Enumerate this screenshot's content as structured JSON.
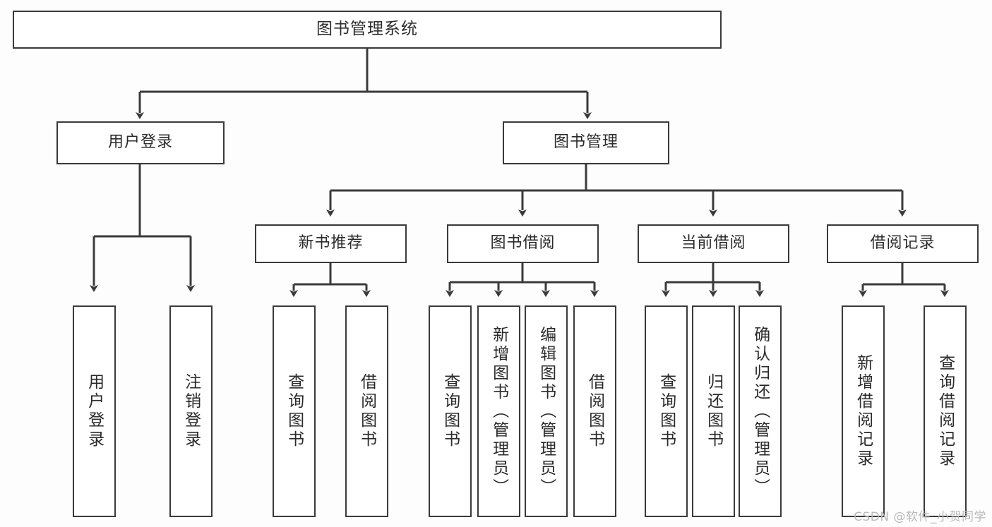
{
  "diagram": {
    "title": "图书管理系统",
    "watermark": "CSDN @软件_小贺同学",
    "line_color": "#3a3a3a",
    "box_fill": "#ffffff",
    "background": "#fdfdfd",
    "text_color": "#2b2b2b"
  },
  "nodes": {
    "root": {
      "label": "图书管理系统"
    },
    "level2": [
      {
        "label": "用户登录"
      },
      {
        "label": "图书管理"
      }
    ],
    "level3": [
      {
        "label": "新书推荐"
      },
      {
        "label": "图书借阅"
      },
      {
        "label": "当前借阅"
      },
      {
        "label": "借阅记录"
      }
    ],
    "leaves": {
      "user_login": [
        {
          "label": "用户登录"
        },
        {
          "label": "注销登录"
        }
      ],
      "new_book_recommend": [
        {
          "label": "查询图书"
        },
        {
          "label": "借阅图书"
        }
      ],
      "book_borrow": [
        {
          "label": "查询图书"
        },
        {
          "label": "新增图书（管理员）"
        },
        {
          "label": "编辑图书（管理员）"
        },
        {
          "label": "借阅图书"
        }
      ],
      "current_borrow": [
        {
          "label": "查询图书"
        },
        {
          "label": "归还图书"
        },
        {
          "label": "确认归还（管理员）"
        }
      ],
      "borrow_record": [
        {
          "label": "新增借阅记录"
        },
        {
          "label": "查询借阅记录"
        }
      ]
    }
  }
}
